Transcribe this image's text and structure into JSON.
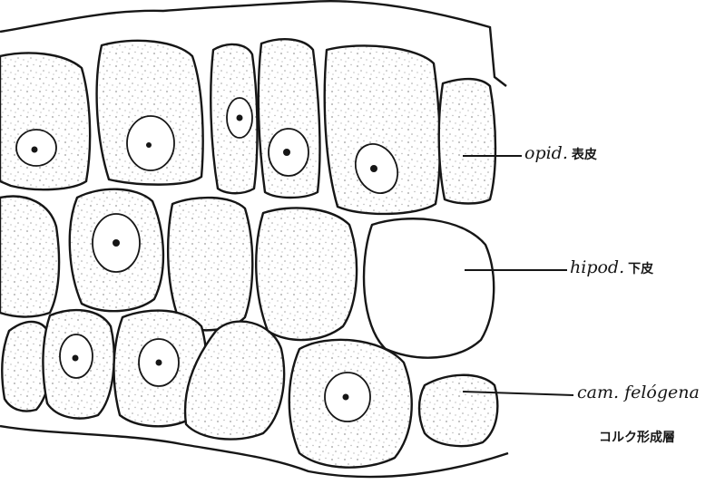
{
  "labels": {
    "epid": {
      "latin": "opid.",
      "japanese": "表皮"
    },
    "hipod": {
      "latin": "hipod.",
      "japanese": "下皮"
    },
    "cam": {
      "latin": "cam. felógena",
      "japanese": "コルク形成層"
    }
  },
  "colors": {
    "ink": "#161616",
    "paper": "#ffffff"
  }
}
